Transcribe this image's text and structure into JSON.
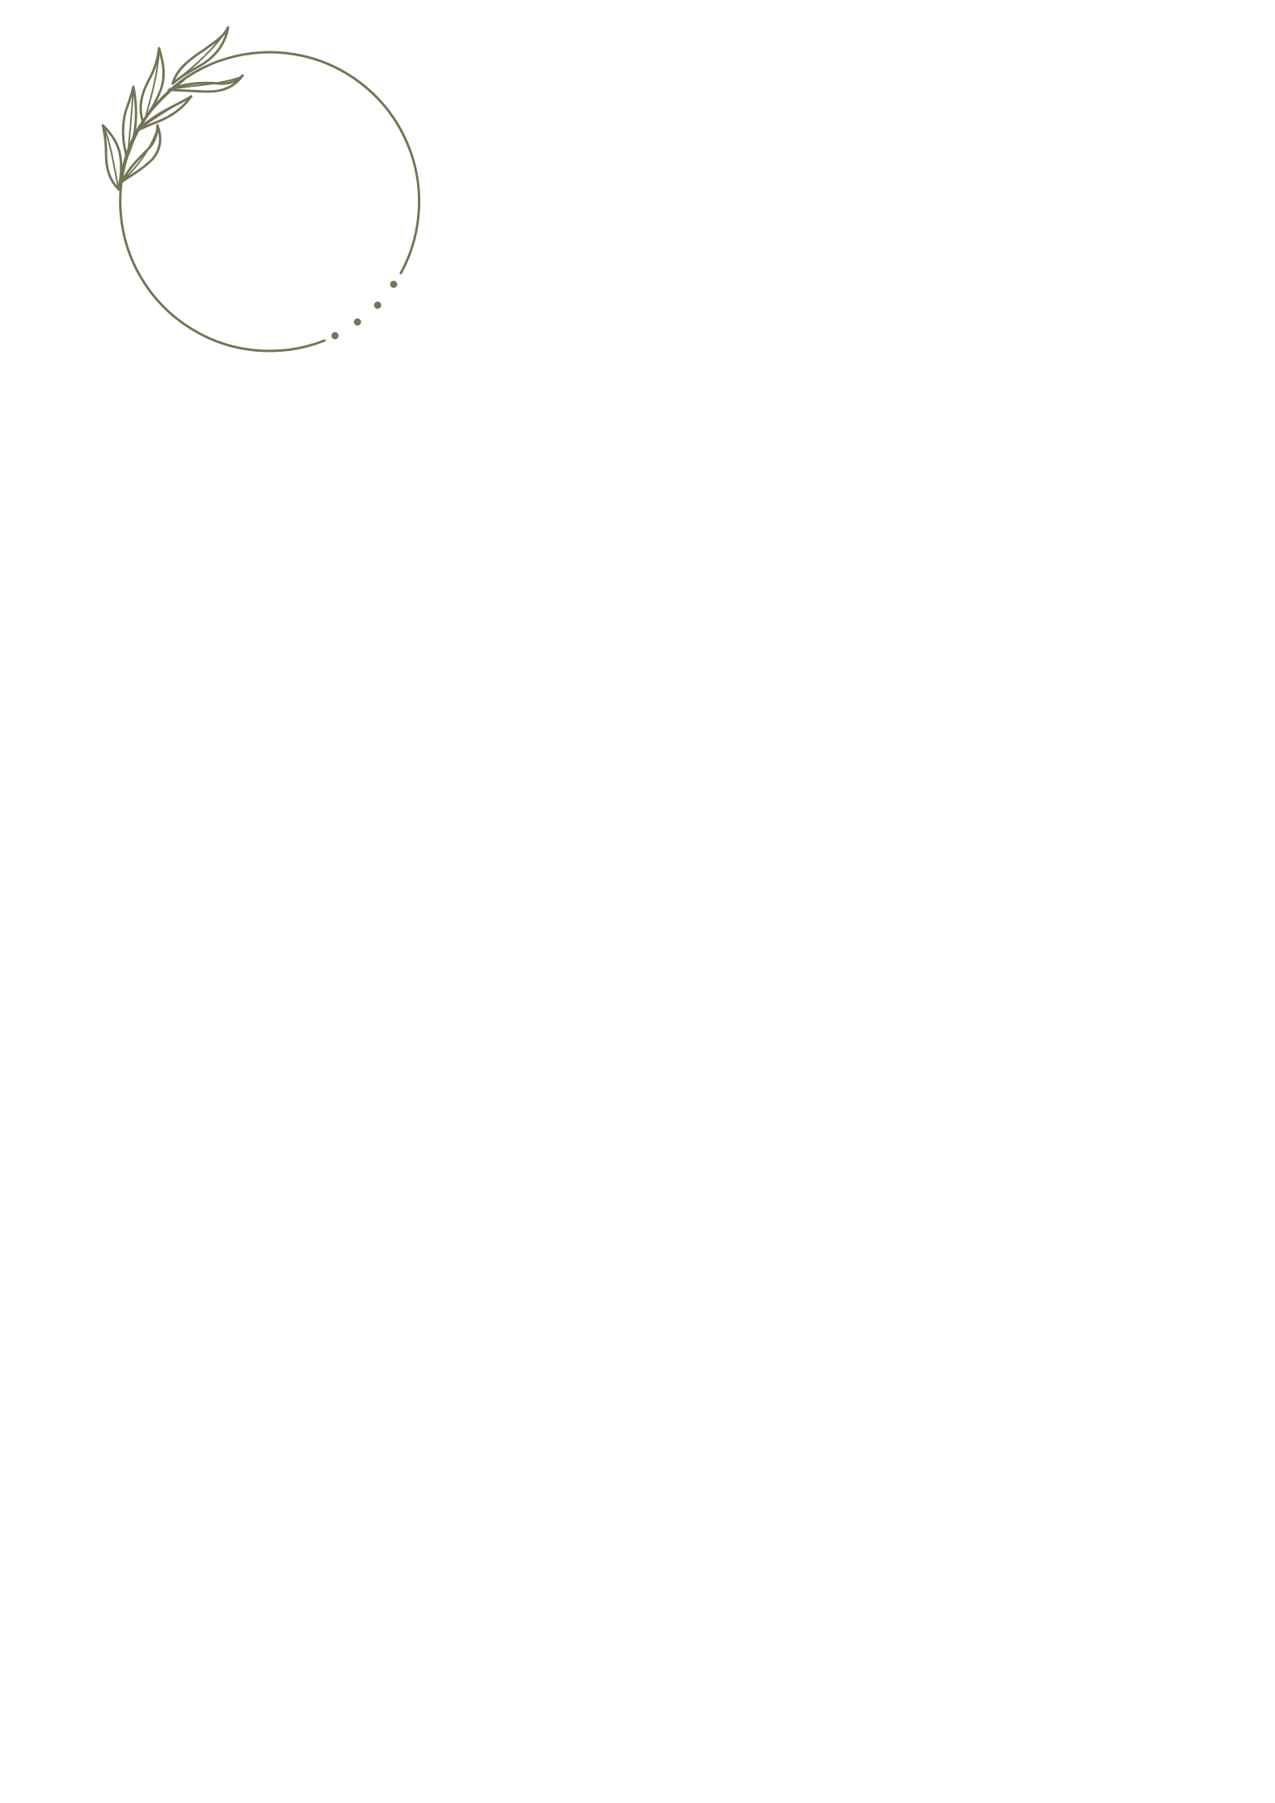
{
  "page": {
    "background_color": "#ffffff"
  },
  "decoration": {
    "type": "laurel-circle-frame",
    "color": "#747456",
    "elements": [
      "circle-frame",
      "leafy-branch",
      "dotted-trail"
    ],
    "dot_count": 4
  }
}
